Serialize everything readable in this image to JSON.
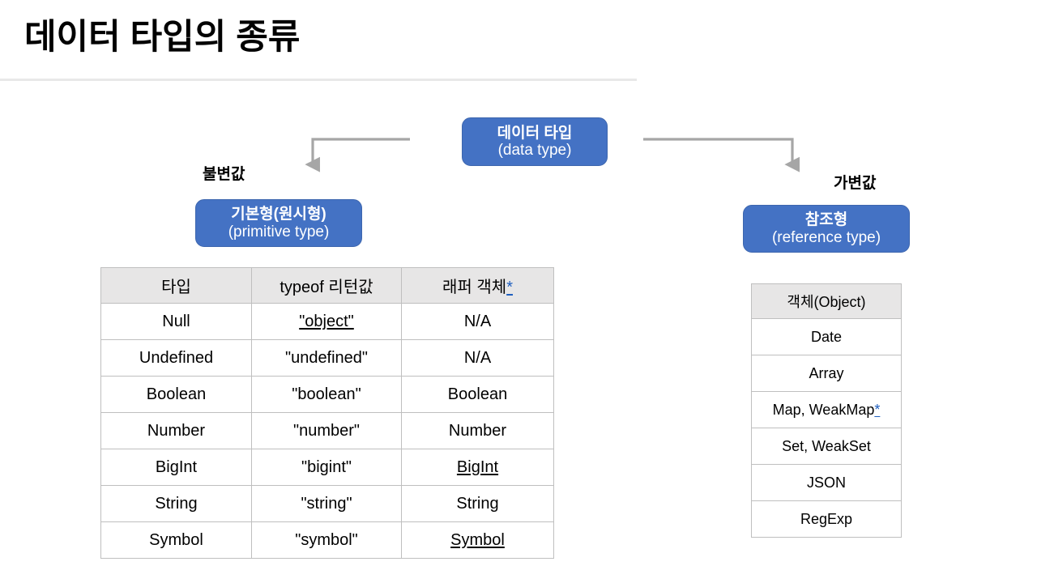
{
  "slide": {
    "title": "데이터 타입의 종류",
    "background": "#ffffff",
    "accent_blue": "#4472c4",
    "header_gray": "#e7e6e6",
    "border_gray": "#bfbfbf",
    "link_blue": "#1f5fbf"
  },
  "diagram": {
    "root_box": {
      "line1": "데이터 타입",
      "line2": "(data type)"
    },
    "left_branch": {
      "label": "불변값",
      "box": {
        "line1": "기본형(원시형)",
        "line2": "(primitive type)"
      }
    },
    "right_branch": {
      "label": "가변값",
      "box": {
        "line1": "참조형",
        "line2": "(reference type)"
      }
    },
    "connectors": [
      {
        "name": "root-to-primitive",
        "direction": "left-down",
        "color": "#a6a6a6"
      },
      {
        "name": "root-to-reference",
        "direction": "right-down",
        "color": "#a6a6a6"
      }
    ]
  },
  "primitive_table": {
    "headers": [
      "타입",
      "typeof 리턴값",
      "래퍼 객체"
    ],
    "header_asterisk": "*",
    "rows": [
      {
        "type": "Null",
        "typeof": "\"object\"",
        "typeof_link": true,
        "wrapper": "N/A",
        "wrapper_link": false
      },
      {
        "type": "Undefined",
        "typeof": "\"undefined\"",
        "typeof_link": false,
        "wrapper": "N/A",
        "wrapper_link": false
      },
      {
        "type": "Boolean",
        "typeof": "\"boolean\"",
        "typeof_link": false,
        "wrapper": "Boolean",
        "wrapper_link": false
      },
      {
        "type": "Number",
        "typeof": "\"number\"",
        "typeof_link": false,
        "wrapper": "Number",
        "wrapper_link": false
      },
      {
        "type": "BigInt",
        "typeof": "\"bigint\"",
        "typeof_link": false,
        "wrapper": "BigInt",
        "wrapper_link": true
      },
      {
        "type": "String",
        "typeof": "\"string\"",
        "typeof_link": false,
        "wrapper": "String",
        "wrapper_link": false
      },
      {
        "type": "Symbol",
        "typeof": "\"symbol\"",
        "typeof_link": false,
        "wrapper": "Symbol",
        "wrapper_link": true
      }
    ]
  },
  "reference_table": {
    "header": "객체(Object)",
    "rows": [
      {
        "label": "Date",
        "asterisk": false
      },
      {
        "label": "Array",
        "asterisk": false
      },
      {
        "label": "Map, WeakMap",
        "asterisk": true
      },
      {
        "label": "Set, WeakSet",
        "asterisk": false
      },
      {
        "label": "JSON",
        "asterisk": false
      },
      {
        "label": "RegExp",
        "asterisk": false
      }
    ],
    "asterisk": "*"
  }
}
